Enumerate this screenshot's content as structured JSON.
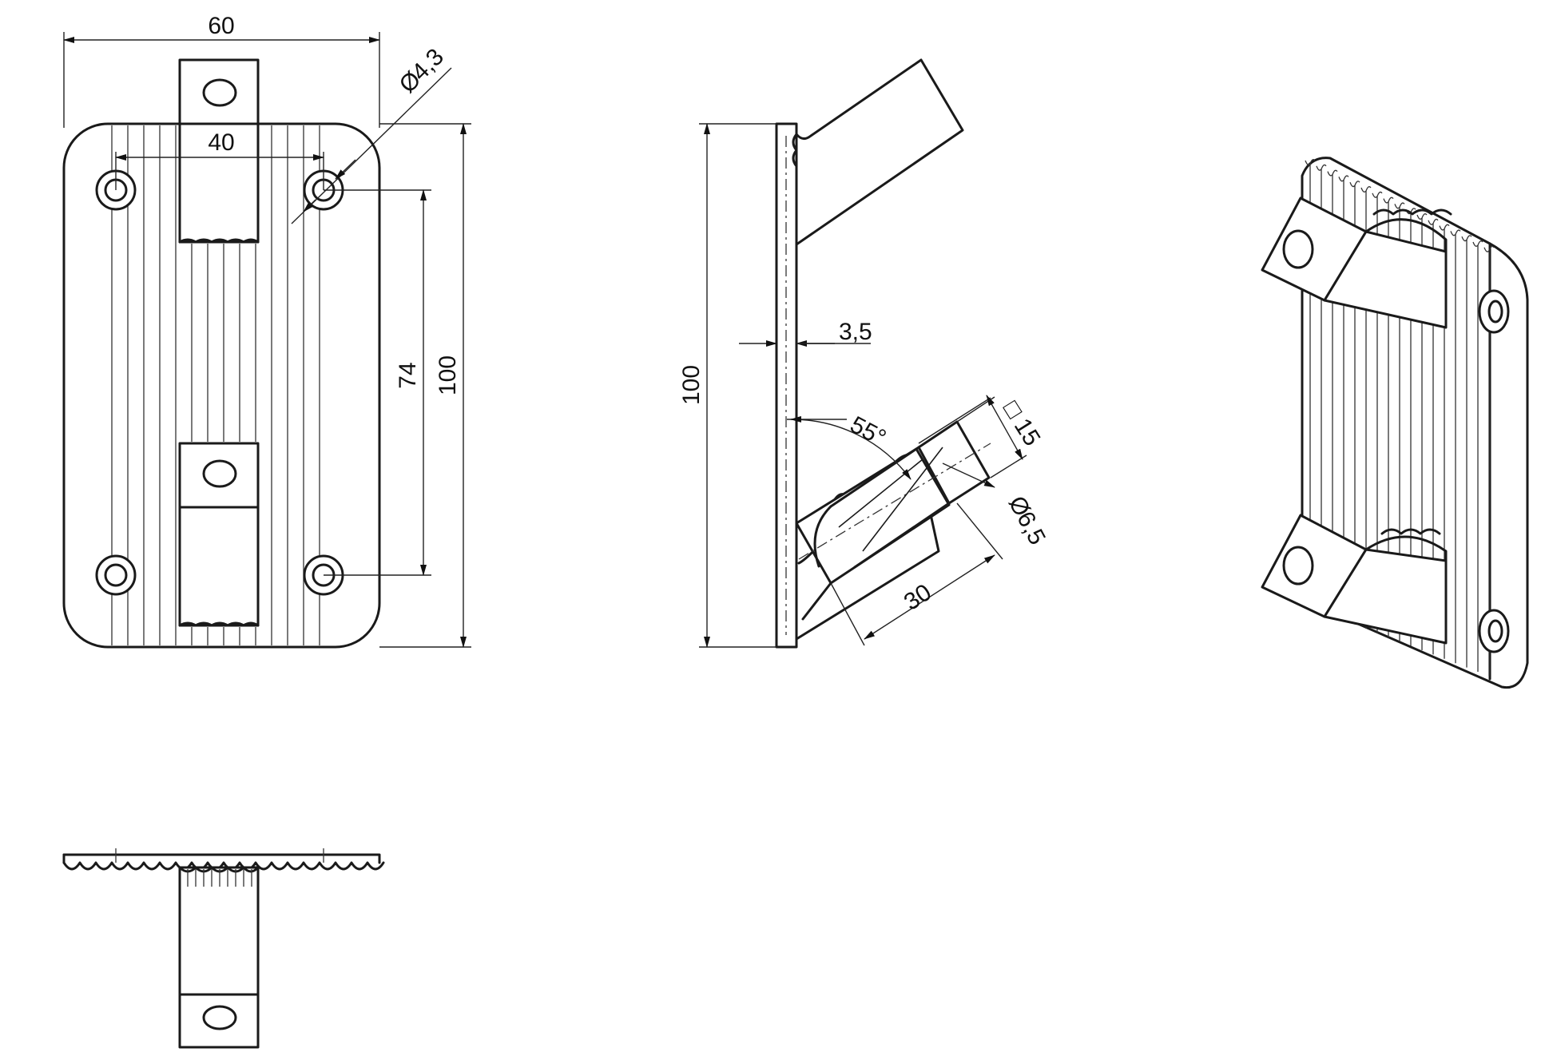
{
  "drawing": {
    "views": [
      "front-view",
      "side-view",
      "bottom-view",
      "isometric-view"
    ],
    "dimensions": {
      "overall_width": "60",
      "hole_spacing_horizontal": "40",
      "hole_diameter": "4,3",
      "hole_spacing_vertical": "74",
      "overall_height_front": "100",
      "overall_height_side": "100",
      "plate_thickness": "3,5",
      "arm_angle": "55°",
      "arm_square_section": "15",
      "arm_bore_diameter": "6,5",
      "arm_length": "30"
    },
    "symbols": {
      "diameter": "Ø",
      "square": "□"
    }
  }
}
